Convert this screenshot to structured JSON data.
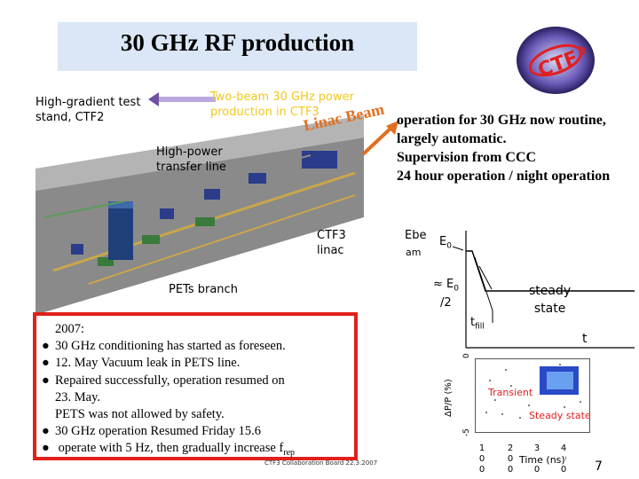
{
  "slide": {
    "title": "30 GHz RF production",
    "page_number": "7",
    "footer": "CTF3 Collaboration Board 22.3.2007"
  },
  "photo_labels": {
    "high_gradient": [
      "High-gradient test",
      "stand, CTF2"
    ],
    "two_beam": [
      "Two-beam 30 GHz power",
      "production in CTF3"
    ],
    "high_power": [
      "High-power",
      "transfer line"
    ],
    "linac_beam": "Linac Beam",
    "ctf3_linac": [
      "CTF3",
      "linac"
    ],
    "pets_branch": "PETs branch"
  },
  "right_text": [
    "operation for 30 GHz now routine,",
    "largely automatic.",
    "Supervision from CCC",
    "24 hour operation / night operation"
  ],
  "notes": {
    "header": "2007:",
    "items": [
      {
        "bullet": true,
        "text": "30 GHz conditioning has started as foreseen."
      },
      {
        "bullet": true,
        "text": "12. May Vacuum leak in PETS line."
      },
      {
        "bullet": true,
        "text": "Repaired successfully, operation resumed on"
      },
      {
        "bullet": false,
        "text": "23. May."
      },
      {
        "bullet": false,
        "text": "PETS was not allowed by safety."
      },
      {
        "bullet": true,
        "text": "30 GHz operation Resumed Friday 15.6"
      },
      {
        "bullet": true,
        "text": " operate with 5 Hz, then gradually increase f"
      }
    ],
    "last_sub": "rep",
    "bullet_char": "●"
  },
  "sketch": {
    "ebeam": "Ebe",
    "ebeam2": "am",
    "e0": "E",
    "e0_sub": "0",
    "half": "≈ E",
    "half_sub": "0",
    "half_tail": "/2",
    "tfill": "t",
    "tfill_sub": "fill",
    "steady": [
      "steady",
      "state"
    ],
    "t_axis": "t"
  },
  "chart_data": {
    "type": "scatter",
    "title": "",
    "xlabel": "Time (ns)",
    "ylabel": "ΔP/P (%)",
    "xticks": [
      "1 0 0",
      "2 0 0",
      "3 0 0",
      "4 0 0"
    ],
    "yticks": [
      "0",
      "-5"
    ],
    "annotations": [
      "Transient",
      "Steady state"
    ],
    "ylim": [
      -5,
      0
    ]
  },
  "colors": {
    "title_bg": "#dbe7f7",
    "notes_border": "#e0201a",
    "accent_orange": "#e07020",
    "label_yellow": "#f2c81c"
  }
}
